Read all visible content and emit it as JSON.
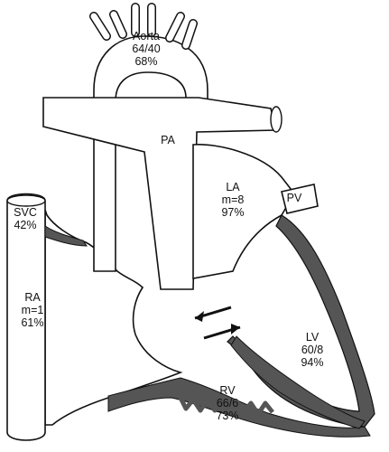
{
  "labels": {
    "aorta": {
      "name": "Aorta",
      "pressure": "64/40",
      "saturation": "68%"
    },
    "pa": {
      "name": "PA"
    },
    "la": {
      "name": "LA",
      "pressure": "m=8",
      "saturation": "97%"
    },
    "pv": {
      "name": "PV"
    },
    "svc": {
      "name": "SVC",
      "saturation": "42%"
    },
    "ra": {
      "name": "RA",
      "pressure": "m=1",
      "saturation": "61%"
    },
    "lv": {
      "name": "LV",
      "pressure": "60/8",
      "saturation": "94%"
    },
    "rv": {
      "name": "RV",
      "pressure": "66/6",
      "saturation": "73%"
    }
  },
  "colors": {
    "wall": "#555555",
    "outline": "#111111",
    "background": "#ffffff"
  }
}
